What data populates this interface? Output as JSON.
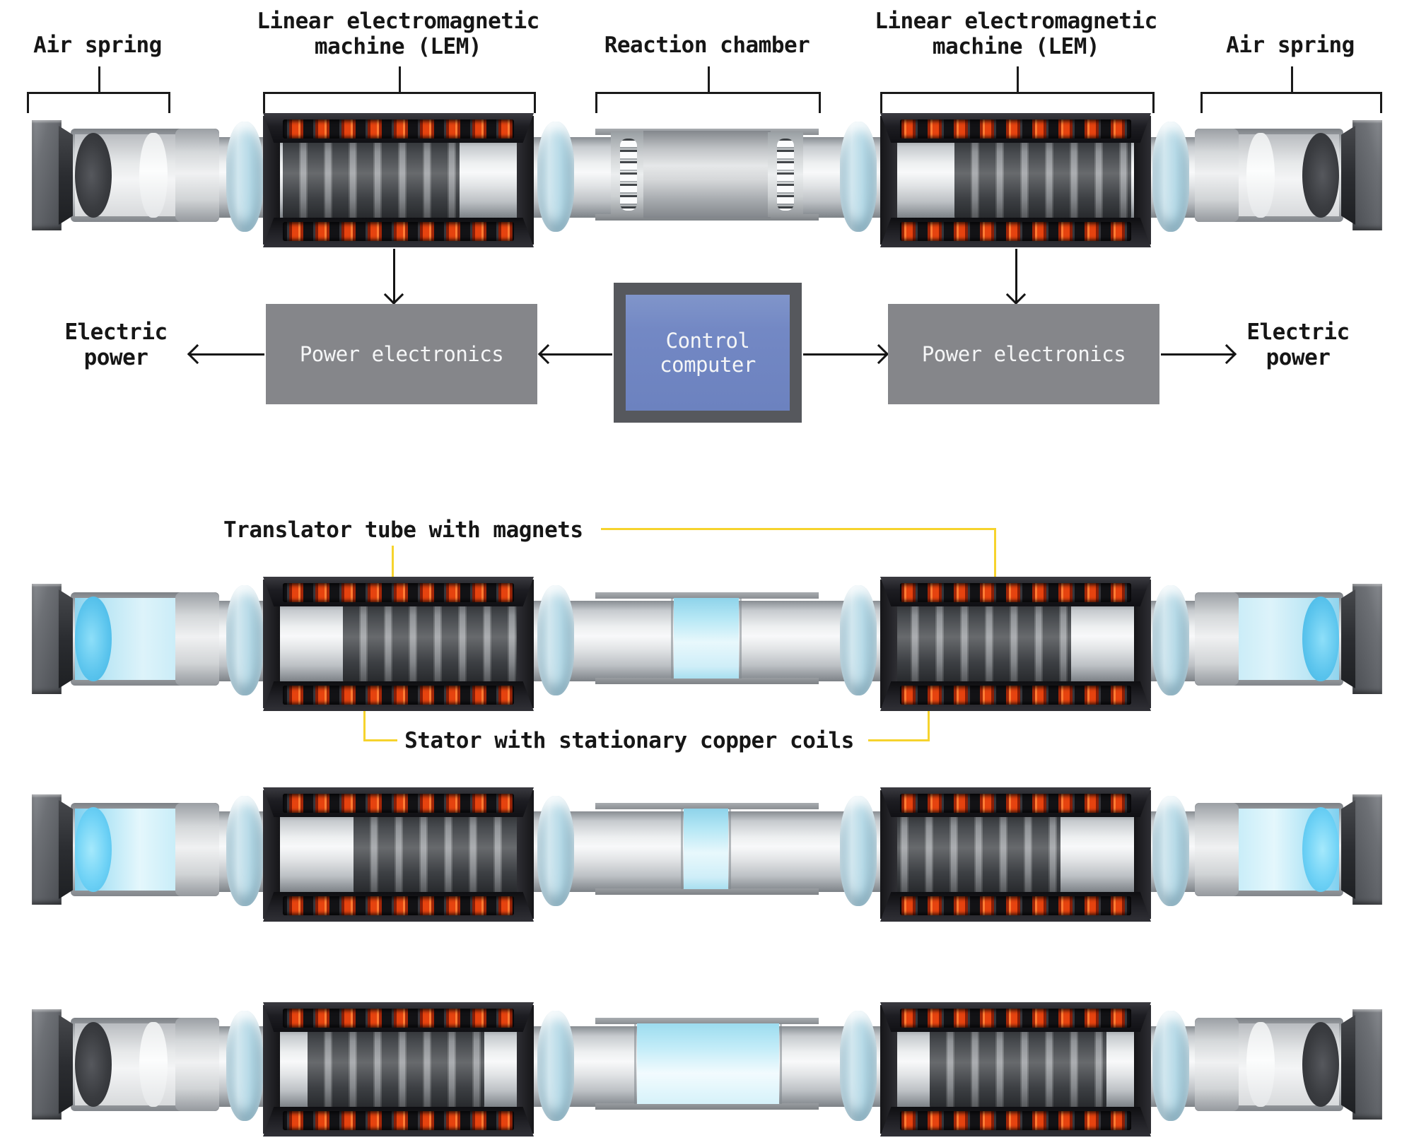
{
  "header": {
    "air_spring": "Air spring",
    "lem_line1": "Linear electromagnetic",
    "lem_line2": "machine (LEM)",
    "reaction_chamber": "Reaction chamber"
  },
  "flow": {
    "power_electronics": "Power electronics",
    "control_line1": "Control",
    "control_line2": "computer",
    "electric_line1": "Electric",
    "electric_line2": "power"
  },
  "callouts": {
    "translator": "Translator tube with magnets",
    "stator": "Stator with stationary copper coils"
  },
  "colors": {
    "callout_yellow": "#f6d32d",
    "control_computer_blue": "#7388c4",
    "control_computer_frame": "#56585d",
    "power_box_gray": "#85868a",
    "coil_red": "#e6430f",
    "ring_blue": "#b7dae7",
    "spring_glow_cyan": "#bde7f5",
    "chamber_glow_cyan": "#c2ecf8",
    "arrow_black": "#141414"
  },
  "machines": [
    {
      "frame": 1,
      "air_springs": "at rest",
      "pistons": "fully outward",
      "reaction_chamber": "open, perforated vents visible"
    },
    {
      "frame": 2,
      "air_springs": "glowing",
      "pistons": "inward",
      "reaction_chamber": "pistons inside, narrow central glow"
    },
    {
      "frame": 3,
      "air_springs": "glowing brightly",
      "pistons": "inward",
      "reaction_chamber": "pistons inside, narrow central glow"
    },
    {
      "frame": 4,
      "air_springs": "at rest",
      "pistons": "mid-stroke",
      "reaction_chamber": "ignition, wide bright glow"
    }
  ]
}
